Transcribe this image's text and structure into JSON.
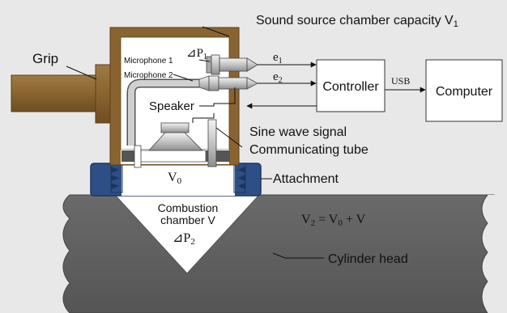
{
  "labels": {
    "sound_chamber": "Sound source chamber capacity V",
    "sound_chamber_sub": "1",
    "grip": "Grip",
    "mic1": "Microphone 1",
    "mic2": "Microphone 2",
    "dp1": "⊿P",
    "dp1_sub": "1",
    "e1": "e",
    "e1_sub": "1",
    "e2": "e",
    "e2_sub": "2",
    "controller": "Controller",
    "usb": "USB",
    "computer": "Computer",
    "speaker": "Speaker",
    "sine": "Sine wave signal",
    "tube": "Communicating tube",
    "v0": "V",
    "v0_sub": "0",
    "attachment": "Attachment",
    "combustion1": "Combustion",
    "combustion2": "chamber V",
    "dp2": "⊿P",
    "dp2_sub": "2",
    "v2_eq_a": "V",
    "v2_eq_a_sub": "2",
    "v2_eq_b": " = V",
    "v2_eq_b_sub": "0",
    "v2_eq_c": " + V",
    "cylinder_head": "Cylinder head"
  },
  "colors": {
    "background": "#e8e8e8",
    "grip": "#8a6430",
    "housing": "#8a6430",
    "attachment": "#2e4f86",
    "cylinder": "#5e5e5e",
    "metal": "#bfbfbf"
  }
}
